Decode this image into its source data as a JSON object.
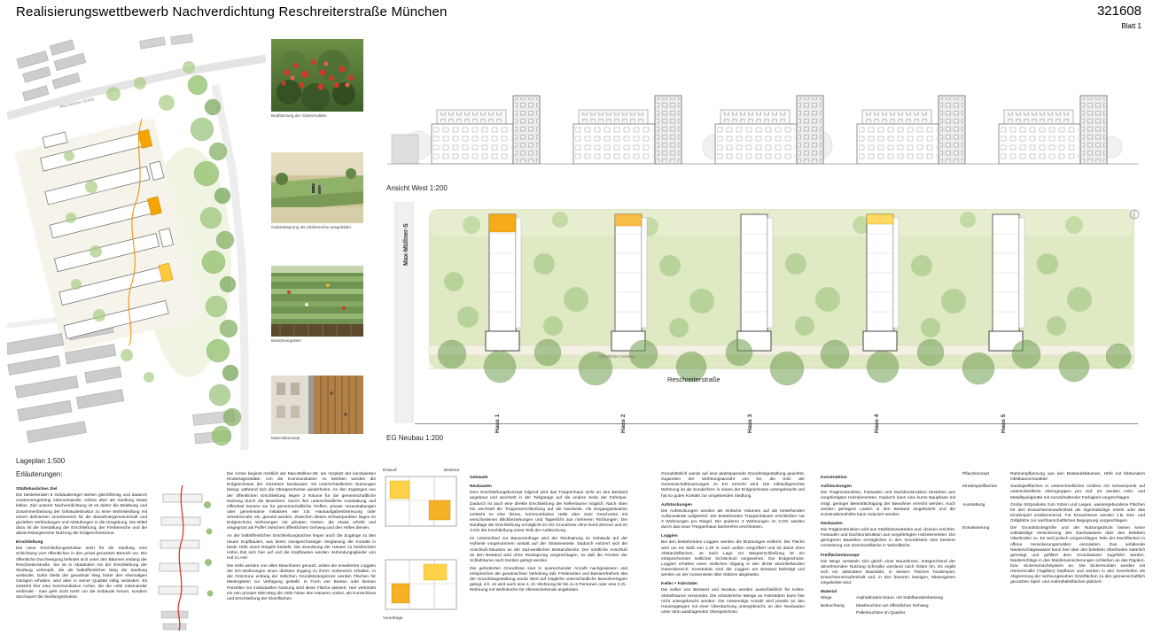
{
  "header": {
    "title": "Realisierungswettbewerb Nachverdichtung Reschreiterstraße München",
    "number": "321608",
    "sheet": "Blatt 1"
  },
  "siteplan": {
    "street_label": "Max-Müllner-Straße",
    "caption": "Lageplan 1:500"
  },
  "thumbnails": [
    {
      "caption": "Bepflanzung der Sickermulden"
    },
    {
      "caption": "Geländesprung als Sitzbereiche ausgebildet"
    },
    {
      "caption": "Bewohnergärten"
    },
    {
      "caption": "Materialkonzept"
    }
  ],
  "elevation": {
    "caption": "Ansicht West  1:200"
  },
  "plan": {
    "caption": "EG Neubau 1:200",
    "street_vertical": "Max-Müllner-S",
    "street_bottom": "Reschreiterstraße",
    "path_label": "öffentlicher Gehweg",
    "houses": [
      "Haus 1",
      "Haus 2",
      "Haus 3",
      "Haus 4",
      "Haus 5"
    ]
  },
  "diagrams": {
    "labels": [
      "Entwurf",
      "Bestand",
      "Voranfrage"
    ]
  },
  "notes": {
    "heading": "Erläuterungen:",
    "col1": [
      {
        "t": "h",
        "text": "Städtebauliches Ziel"
      },
      {
        "t": "p",
        "text": "Die bestehenden 5 Gebäuderiegel stehen gleichförmig und dadurch zusammengehörig nebeneinander, wirken aber als Siedlung etwas leblos. Ziel unserer Nachverdichtung ist es daher die Belebung und Zusammenfassung der Gebäudestruktur zu einer Wohnsiedlung mit einem definierten Innenbereich für die Bewohnergemeinschaft und gezielten Verbindungen und Abstufungen in die Umgebung. Die Mittel dazu ist die Gestaltung der Erschließung, der Freibereiche und die abwechslungsreiche Nutzung der Erdgeschosszone."
      },
      {
        "t": "h",
        "text": "Erschließung"
      },
      {
        "t": "p",
        "text": "Die neue Erschließungsstruktur setzt für die Siedlung eine Schichtung vom öffentlichen in den privat genutzten Bereich vor. Die öffentliche Durchwegung befindet sich unter den Bäumen entlang der Reschreiterstraße. Sie ist in Abständen mit der Erschließung der Siedlung verknüpft, die als halböffentlicher Weg die Siedlung verbindet. Dafür bleibt der gewohnte Weg hinter den ehemaligen Garagen erhalten, wird aber in seiner Qualität völlig verändert. Es entsteht hier eine kommunikative Achse, die die Höfe miteinander verbindet - man geht nicht mehr um die Gebäude herum, sondern durchquert die Siedlungsstruktur."
      }
    ],
    "col2": [
      {
        "t": "p",
        "text": "Die Achse beginnt nördlich der Max-Müllner-Str. am Vorplatz der konzipierten Kindertagesstätte. Um die Kommunikation zu beleben werden die Erdgeschosse der einzelnen Neubauten mit unterschiedlichen Nutzungen belegt, während sich die Obergeschosse wiederholen. An den Zugängen von der öffentlichen Erschließung liegen 2 Räume für die gemeinschaftliche Nutzung durch die Bewohner. Durch ihre unterschiedliche Ausstattung und Offenheit können sie für gemeinschaftliche Treffen, private Veranstaltungen oder gemeinsame Initiativen wie z.B. Hausaufgabenbetreuung oder Seniorencafe, etc. genutzt werden. Zwischen diesen Schwerpunkten liegen im Erdgeschoss Wohnungen mit privaten Gärten, die etwas erhöht und eingegrünt als Puffer zwischen öffentlichem Gehweg und den Höfen dienen."
      },
      {
        "t": "p",
        "text": "An der halböffentlichen Erschließungsachse liegen auch die Zugänge zu den neuen Kopfbauten, aus deren zweigeschossiger Verglasung der Kontakt in beide Höfe eines Riegels besteht. Die Zuordnung der Häuser zu bestimmten Höfen löst sich hier auf und die Kopfbauten werden Verbindungsglieder von Hof zu Hof."
      },
      {
        "t": "p",
        "text": "Die Höfe werden von allen Bewohnern genutzt, wobei die erweiterten Loggien der EG-Wohnungen einen direkten Zugang zu ihrem Vorbereich erhalten. In der Grünzone entlang der östlichen Grundstücksgrenze werden Flächen für Mietergärten zur Verfügung gestellt. In Form von Beeten oder kleinen Parzellen zur individuellen Nutzung wird diese Fläche aktiviert. Hier verbindet ein rein privater Mist-Weg die Höfe hinter den Häusern vorbei, als Kurzschluss und Erschließung der Kleinflächen."
      }
    ],
    "col3": [
      {
        "t": "h",
        "text": "Gebäude"
      },
      {
        "t": "h",
        "text": "Neubauten"
      },
      {
        "t": "p",
        "text": "Dem Erschließungskonzept folgend wird das Treppenhaus nicht an den Bestand angebaut und wechselt in der Tiefgarage auf die andere Seite der Fahrspur. Dadurch ist auch eine direkte Erschließung der Kellerräume möglich. Nach oben hin wechselt die Treppenerschließung auf die Nordseite. Als Eingangssituation entsteht so eine kleine, kommunikative Halle über zwei Geschosse mit verschiedenen Blickbeziehungen und Tageslicht aus mehreren Richtungen. Die Nordlage der Erschließung ermöglicht im OG Grundrisse ohne Nord-Zimmer und im 3.OG die Erschließung eines Teils der Aufstockung."
      },
      {
        "t": "p",
        "text": "Im Unterschied zur Bauvoranfrage wird der Rücksprung im Gebäude auf der Hofseite vorgenommen anstatt auf der Strassenseite. Dadurch entzerrt sich die Anschluß-Situation an der süd-westlichen Bestandsecke. Der nördliche Anschluß an den Bestand wird ohne Rücksprung vorgeschlagen, so daß die Fenster der Schlafräume nach Norden gelegt werden."
      },
      {
        "t": "p",
        "text": "Die geforderten Grundrisse sind in ausreichender Anzahl nachgewiesen und entsprechen der gewünschten Verteilung inkl. Förderarten und Barrierefreiheit. Bei der Grundrissgestaltung wurde Wert auf mögliche unterschiedliche Bewohnertypen gelegt, d.h. es wird auch eine 4.-Zi.-Wohnung für bis zu 6 Personen oder eine 2-Zi.-Wohnung mit Wohnküche für Alleinerziehende angeboten."
      }
    ],
    "col4": [
      {
        "t": "p",
        "text": "Grundsätzlich wurde auf eine platzsparende Grundrissgestaltung geachtet, zugunsten der Wohnungsanzahl von 63, die trotz der Gemeinschaftsnutzungen im EG erreicht wird. Die rollstuhlgerechte Wohnung ist als Sonderform in einem der Erdgeschosse untergebracht und hat so guten Kontakt zur umgebenden Siedlung."
      },
      {
        "t": "h",
        "text": "Aufstockungen"
      },
      {
        "t": "p",
        "text": "Die Aufstockungen werden als einfache Volumen auf die bestehenden Außenwände aufgesetzt. Die bestehenden Treppenhäuser erschließen nur 3 Wohnungen pro Riegel. Die anderen 3 Wohnungen im 3.OG werden durch das neue Treppenhaus barrierefrei erschlossen."
      },
      {
        "t": "h",
        "text": "Loggien"
      },
      {
        "t": "p",
        "text": "Bei den bestehenden Loggien werden die Brüstungen entfernt. Die Fläche wird um ein Maß von 1,40 m nach außen vergrößert und ist damit ohne Abstandsflächen. Je nach Lage zur Wegeerschließung ist ein entsprechender seitlicher Sichtschutz vorgesehen. Die Erdgeschoss-Loggien erhalten einen seitlichen Abgang in den direkt anschließenden Gartenbereich. Konstruktiv sind die Loggien am Bestand befestigt und werden an der Aussenseite über Stützen abgelastet."
      },
      {
        "t": "h",
        "text": "Keller + Fahrräder"
      },
      {
        "t": "p",
        "text": "Die Keller von Bestand und Neubau werden ausschließlich für Keller-Abstellräume verwendet. Die erforderliche Menge an Fahrrädern kann hier nicht untergebracht werden. Die notwendige Anzahl wird jeweils an den Hauszugängen mit einer Überdachung untergebracht, an den Neubauten unter dem auskragenden Obergeschoss."
      }
    ],
    "col5": [
      {
        "t": "h",
        "text": "Konstruktion"
      },
      {
        "t": "h",
        "text": "Aufstockungen"
      },
      {
        "t": "p",
        "text": "Die Tragkonstruktion, Fassaden und Dachkonstruktion bestehen aus vorgefertigten Holzelementen. Dadurch kann eine kurze Bauphase mit mögl. geringer Beeinträchtigung der Bewohner erreicht werden. Auch werden geringere Lasten in den Bestand eingebracht und die Konstruktionshöhe kann reduziert werden."
      },
      {
        "t": "h",
        "text": "Neubauten"
      },
      {
        "t": "p",
        "text": "Die Tragkonstruktion wird aus Stahlbetonwänden und -decken errichtet, Fassaden und Dachkonstruktion aus vorgefertigten Holzelementen. Die geringeren Bauteilen ermöglichen in den Grundrissen eine bessere Umsetzung von Geschossfläche in Wohnfläche."
      },
      {
        "t": "h",
        "text": "Freiflächenkonzept"
      },
      {
        "t": "p",
        "text": "Die Wege verästeln sich gleich einer Baumkrone, entsprechend der abnehmenden Nutzung schmäler werdend nach Osten hin. Es ergibt sich ein abstraktes Baumbild, in dessen Flächen Kinderspiel, Erwachsenenaufenthalt und, in den feineren Zweigen, Mietergärten eingebettet sind."
      },
      {
        "t": "h",
        "text": "Material"
      },
      {
        "t": "kv",
        "k": "Wege",
        "v": "Asphaltmatrix braun, mit Stahlbandeinfassung"
      },
      {
        "t": "kv",
        "k": "Beleuchtung",
        "v": "Mastleuchten am öffentlichen Gehweg"
      },
      {
        "t": "kv",
        "k": "",
        "v": "Pollerleuchten im Quartier"
      }
    ],
    "col6": [
      {
        "t": "kv",
        "k": "Pflanzkonzept",
        "v": "Rahmenpflanzung aus den Bestandsbäumen, Höfe mit blühendem Obstbaumcharakter"
      },
      {
        "t": "kv",
        "k": "Kinderspielflächen",
        "v": "Sandspielflächen in unterschiedlichen Größen mit Schwerpunkt auf unterschiedliche Altersgruppen pro Hof. Es werden Holz- und Metallspielgeräte mit zurückhaltender Farbigkeit vorgeschlagen."
      },
      {
        "t": "kv",
        "k": "Ausstattung",
        "v": "Große Sitzpodeste zum Sitzen und Liegen, wassergebundene Flächen für den Erwachsenenaufenthalt als eigenständige Inseln oder das Kinderspiel umklammernd. Für Erwachsene werden z.B. Ess- und Grillplätze zur nachbarschaftlichen Begegnung vorgeschlagen."
      },
      {
        "t": "kv",
        "k": "Entwässerung",
        "v": "Die Grundstücksgröße und der Nutzungsdruck lassen keine vollständige Versickerung des Dachwassers über den belebten Oberboden zu. Es wird jedoch vorgeschlagen Teile der Dachflächen in offene Versickerungsmulden einzuleiten. Das anfallende Niederschlagswasser kann hier über den belebten Oberboden natürlich gereinigt und gefiltert dem Grundwasser zugeführt werden. Niederschläge in den Muldenversickerungen schließen an das Rigolen- bzw. Sickerschachtsystem an. Die Sickermulden werden mit Hemerocallis (Taglilien) bepflanzt und werden in den Innenhöfen als Abgrenzung der wohnungsnahen Grünflächen zu den gemeinschaftlich genutzten Spiel- und Aufenthaltsflächen platziert."
      }
    ]
  },
  "colors": {
    "accent_orange": "#f5a300",
    "highlight_yellow": "#ffd24a",
    "tree_green": "#8fbf6a",
    "lawn_green": "#dfe9c4",
    "sketch_red": "#d23b2a"
  }
}
